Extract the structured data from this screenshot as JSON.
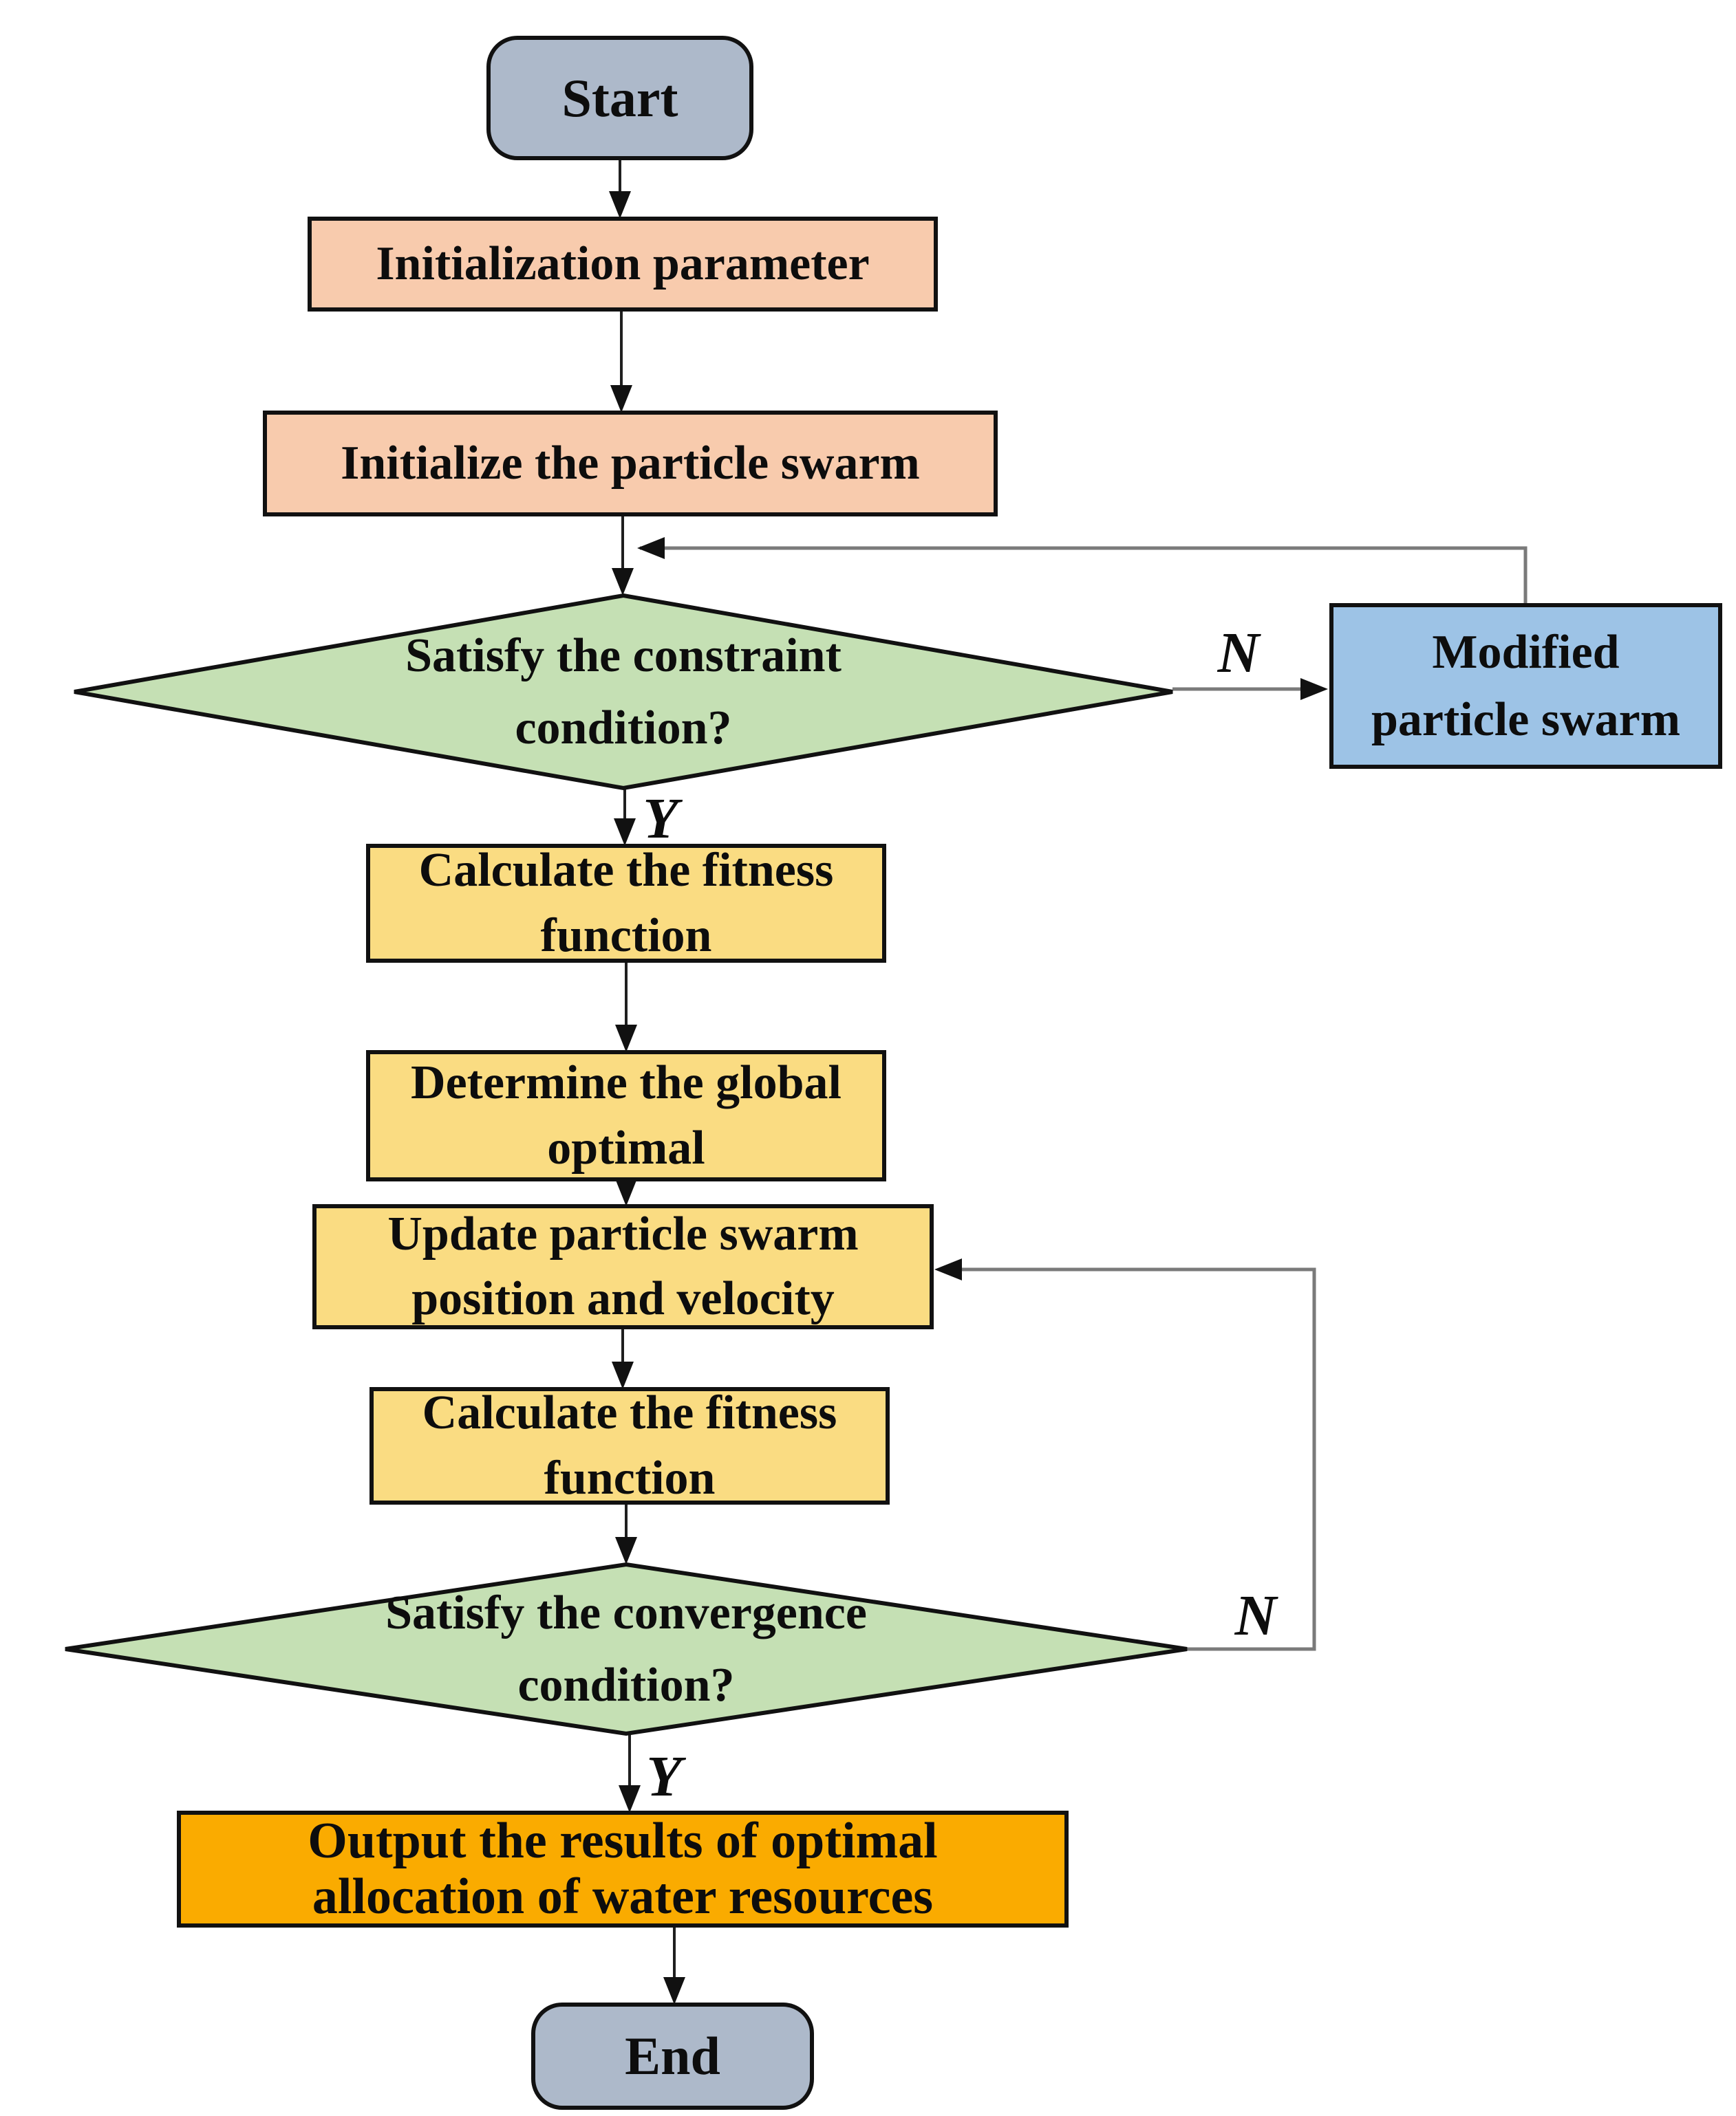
{
  "diagram": {
    "type": "flowchart",
    "description": "Particle swarm optimization flow for optimal allocation of water resources"
  },
  "colors": {
    "background": "#FFFFFF",
    "terminator_fill": "#ADB9CA",
    "init_fill": "#F8CBAD",
    "process_fill": "#FADC82",
    "decision_fill": "#C5E0B4",
    "modify_fill": "#9DC3E6",
    "output_fill": "#FAAB00",
    "border": "#111111",
    "stem_line": "#1F1F1F",
    "loop_line": "#7A7A7A",
    "arrowhead": "#111111",
    "text": "#0D0D0D"
  },
  "nodes": {
    "start": {
      "type": "terminator",
      "label": "Start"
    },
    "init_param": {
      "type": "process",
      "label": "Initialization parameter"
    },
    "init_swarm": {
      "type": "process",
      "label": "Initialize the particle swarm"
    },
    "constraint": {
      "type": "decision",
      "label": "Satisfy the constraint\ncondition?"
    },
    "modified": {
      "type": "process",
      "label": "Modified\nparticle swarm"
    },
    "calc_fitness_1": {
      "type": "process",
      "label": "Calculate the fitness\nfunction"
    },
    "global_optimal": {
      "type": "process",
      "label": "Determine the global\noptimal"
    },
    "update_swarm": {
      "type": "process",
      "label": "Update particle swarm\nposition and velocity"
    },
    "calc_fitness_2": {
      "type": "process",
      "label": "Calculate the fitness\nfunction"
    },
    "convergence": {
      "type": "decision",
      "label": "Satisfy the convergence\ncondition?"
    },
    "output": {
      "type": "process",
      "label": "Output the results of optimal\nallocation of water resources"
    },
    "end": {
      "type": "terminator",
      "label": "End"
    }
  },
  "edge_labels": {
    "constraint_no": "N",
    "constraint_yes": "Y",
    "convergence_no": "N",
    "convergence_yes": "Y"
  }
}
